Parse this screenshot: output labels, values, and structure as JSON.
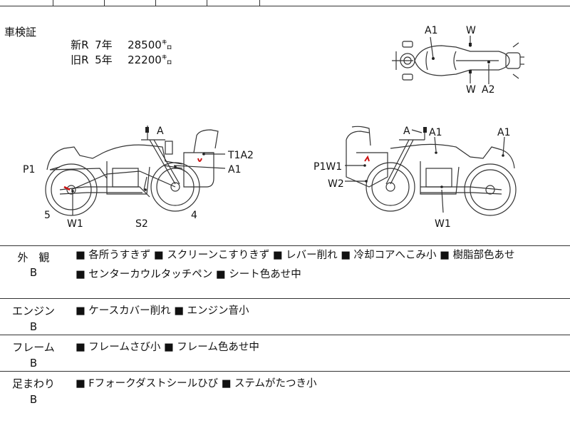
{
  "registration": {
    "label": "車検証",
    "new": {
      "era": "新R",
      "year": "7年",
      "km": "28500㌔"
    },
    "old": {
      "era": "旧R",
      "year": "5年",
      "km": "22200㌔"
    }
  },
  "diagram_labels": {
    "top": [
      "A1",
      "W",
      "W",
      "A2"
    ],
    "left_side": [
      "A",
      "P1",
      "T1A2",
      "A1",
      "5",
      "W1",
      "S2",
      "4"
    ],
    "right_side": [
      "A",
      "A1",
      "A1",
      "P1W1",
      "W2",
      "W1"
    ]
  },
  "conditions": [
    {
      "category": "外　観",
      "grade": "B",
      "items": [
        "■ 各所うすきず",
        "■ スクリーンこすりきず",
        "■ レバー削れ",
        "■ 冷却コアへこみ小",
        "■ 樹脂部色あせ",
        "■ センターカウルタッチペン",
        "■ シート色あせ中"
      ]
    },
    {
      "category": "エンジン",
      "grade": "B",
      "items": [
        "■ ケースカバー削れ",
        "■ エンジン音小"
      ]
    },
    {
      "category": "フレーム",
      "grade": "B",
      "items": [
        "■ フレームさび小",
        "■ フレーム色あせ中"
      ]
    },
    {
      "category": "足まわり",
      "grade": "B",
      "items": [
        "■ Fフォークダストシールひび",
        "■ ステムがたつき小"
      ]
    }
  ],
  "colors": {
    "line": "#333333",
    "damage_mark": "#cc1111"
  }
}
